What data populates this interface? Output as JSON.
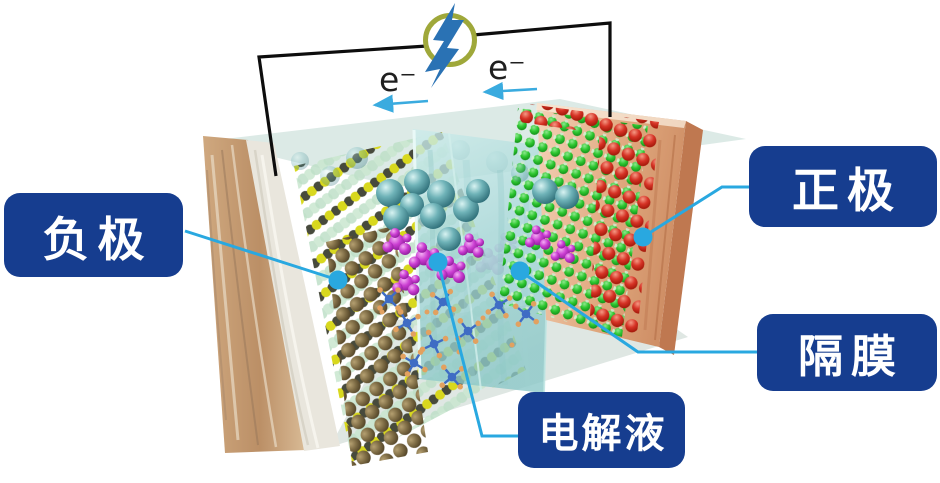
{
  "labels": {
    "anode": "负极",
    "cathode": "正极",
    "separator": "隔膜",
    "electrolyte": "电解液"
  },
  "electrons": {
    "left": "e⁻",
    "right": "e⁻"
  },
  "colors": {
    "label_background": "#163d8f",
    "label_text": "#ffffff",
    "callout_line": "#29a8e0",
    "wire": "#0d0d0d",
    "bolt_blue": "#2a72b4",
    "bolt_ring_olive": "#9fa83a",
    "electron_arrow": "#3aabdf",
    "separator_teal": "#a2d4d4",
    "cathode_green": "#2fc832",
    "cathode_red": "#d63326",
    "cathode_foil_copper": "#e0a87e",
    "anode_wood_tan": "#bb8f66",
    "anode_sphere_brown": "#7d6b44",
    "rod_yellow": "#d8d81e",
    "electrolyte_magenta": "#cb3ed2",
    "anion_blue": "#3f6cc4",
    "anion_tip_orange": "#e2a160",
    "solvated_ion_teal": "#6fb3b8"
  }
}
